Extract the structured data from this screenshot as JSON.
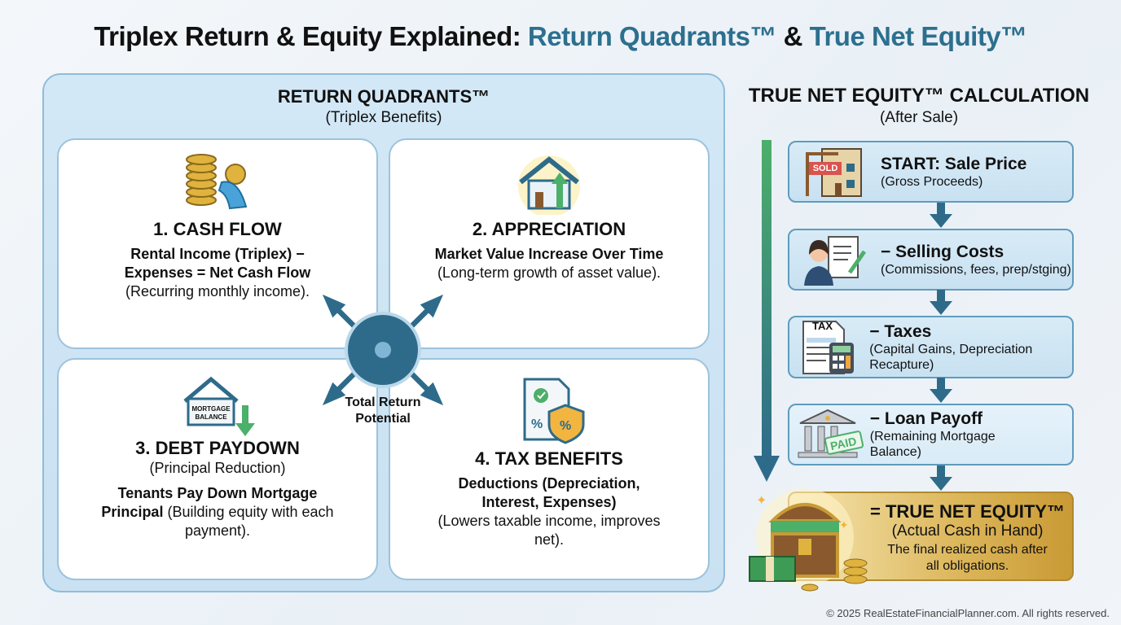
{
  "title": {
    "part1": "Triplex Return & Equity Explained: ",
    "part2": "Return Quadrants™",
    "part3": " & ",
    "part4": "True Net Equity™"
  },
  "quadrants": {
    "heading": "RETURN QUADRANTS™",
    "subheading": "(Triplex Benefits)",
    "hub_label": "Total Return Potential",
    "cash_flow": {
      "title": "1. CASH FLOW",
      "bold": "Rental Income (Triplex) − Expenses = Net Cash Flow",
      "note": "(Recurring monthly income)."
    },
    "appreciation": {
      "title": "2. APPRECIATION",
      "bold": "Market Value Increase Over Time",
      "note": "(Long-term growth of asset value)."
    },
    "debt_paydown": {
      "title": "3. DEBT PAYDOWN",
      "sub": "(Principal Reduction)",
      "bold": "Tenants Pay Down Mortgage Principal",
      "note": " (Building equity with each payment).",
      "icon_text": "MORTGAGE BALANCE"
    },
    "tax_benefits": {
      "title": "4. TAX BENEFITS",
      "bold": "Deductions (Depreciation, Interest, Expenses)",
      "note": "(Lowers taxable income, improves net)."
    }
  },
  "equity": {
    "heading": "TRUE NET EQUITY™ CALCULATION",
    "subheading": "(After Sale)",
    "steps": [
      {
        "title": "START: Sale Price",
        "note": "(Gross Proceeds)",
        "icon_text": "SOLD"
      },
      {
        "title": "− Selling Costs",
        "note": "(Commissions, fees, prep/stging)"
      },
      {
        "title": "− Taxes",
        "note": "(Capital Gains, Depreciation Recapture)",
        "icon_text": "TAX"
      },
      {
        "title": "− Loan Payoff",
        "note": "(Remaining Mortgage Balance)",
        "icon_text": "PAID"
      }
    ],
    "final": {
      "title": "= TRUE NET EQUITY™",
      "sub": "(Actual Cash in Hand)",
      "note": "The final realized cash after all obligations."
    }
  },
  "footer": "© 2025 RealEstateFinancialPlanner.com. All rights reserved.",
  "colors": {
    "accent": "#2d6f8e",
    "panel": "#d3e8f6",
    "gold": "#dcb65a",
    "arrow": "#2e6b8a",
    "green": "#4caf6a"
  }
}
